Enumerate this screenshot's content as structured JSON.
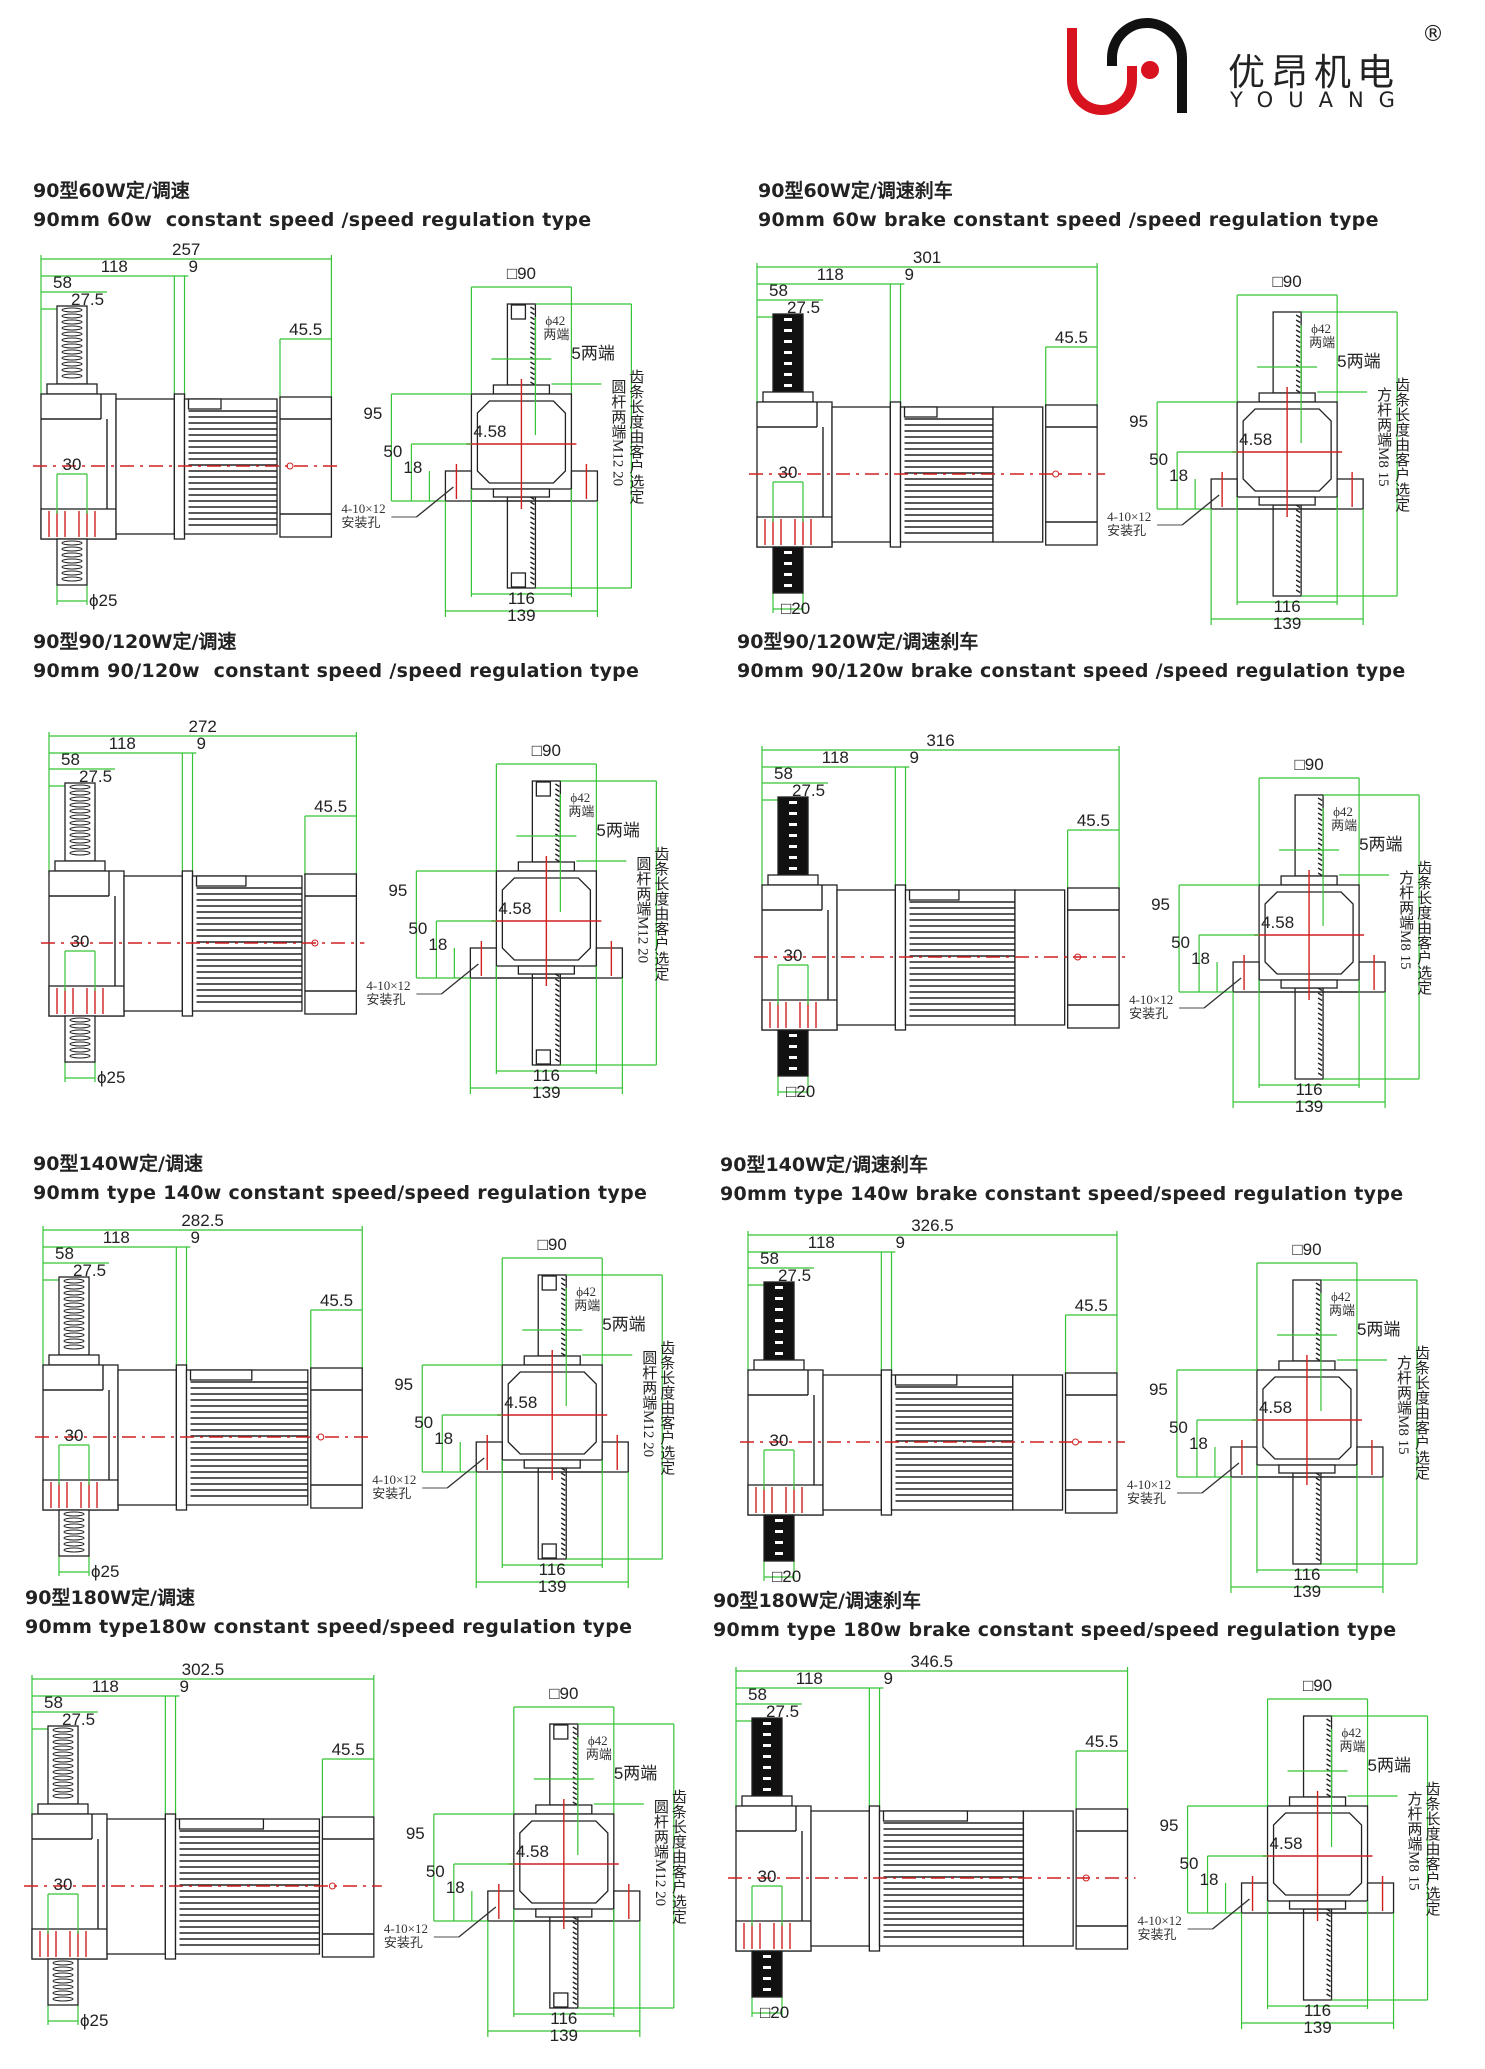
{
  "brand": {
    "name_cn": "优昂机电",
    "name_en": "YOUANG",
    "registered": "®",
    "red": "#d8121f",
    "black": "#111111"
  },
  "common": {
    "d118": "118",
    "d9": "9",
    "d58": "58",
    "d27": "27.5",
    "d45": "45.5",
    "d30": "30",
    "sq90": "□90",
    "phi42": "ϕ42",
    "phi42_note": "两端",
    "end5": "5两端",
    "h95": "95",
    "h50": "50",
    "h18": "18",
    "off": "4.58",
    "w116": "116",
    "w139": "139",
    "holes": "4-10×12",
    "holes_note": "安装孔",
    "note_rack": "齿条长度由客户选定"
  },
  "colors": {
    "dimension": "#35c435",
    "centerline": "#d02020",
    "outline": "#222222"
  },
  "panels": [
    {
      "title_cn": "90型60W定/调速",
      "title_en": "90mm 60w  constant speed /speed regulation type",
      "total": "257",
      "variant": "round",
      "rod": "ϕ25",
      "note_rod": "圆杆两端M12 20"
    },
    {
      "title_cn": "90型60W定/调速刹车",
      "title_en": "90mm 60w brake constant speed /speed regulation type",
      "total": "301",
      "variant": "square",
      "rod": "□20",
      "note_rod": "方杆两端M8 15"
    },
    {
      "title_cn": "90型90/120W定/调速",
      "title_en": "90mm 90/120w  constant speed /speed regulation type",
      "total": "272",
      "variant": "round",
      "rod": "ϕ25",
      "note_rod": "圆杆两端M12 20"
    },
    {
      "title_cn": "90型90/120W定/调速刹车",
      "title_en": "90mm 90/120w brake constant speed /speed regulation type",
      "total": "316",
      "variant": "square",
      "rod": "□20",
      "note_rod": "方杆两端M8 15"
    },
    {
      "title_cn": "90型140W定/调速",
      "title_en": "90mm type 140w constant speed/speed regulation type",
      "total": "282.5",
      "variant": "round",
      "rod": "ϕ25",
      "note_rod": "圆杆两端M12 20"
    },
    {
      "title_cn": "90型140W定/调速刹车",
      "title_en": "90mm type 140w brake constant speed/speed regulation type",
      "total": "326.5",
      "variant": "square",
      "rod": "□20",
      "note_rod": "方杆两端M8 15"
    },
    {
      "title_cn": "90型180W定/调速",
      "title_en": "90mm type180w constant speed/speed regulation type",
      "total": "302.5",
      "variant": "round",
      "rod": "ϕ25",
      "note_rod": "圆杆两端M12 20"
    },
    {
      "title_cn": "90型180W定/调速刹车",
      "title_en": "90mm type 180w brake constant speed/speed regulation type",
      "total": "346.5",
      "variant": "square",
      "rod": "□20",
      "note_rod": "方杆两端M8 15"
    }
  ]
}
